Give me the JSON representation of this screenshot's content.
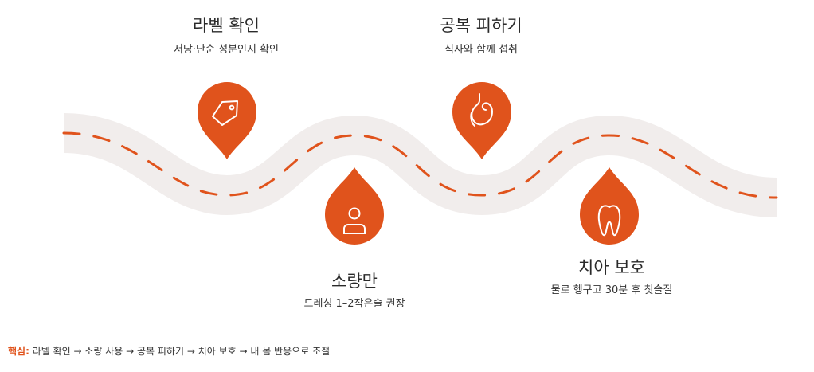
{
  "theme": {
    "accent": "#E0531C",
    "road": "#F1EDEC",
    "dash": "#E0531C"
  },
  "steps": [
    {
      "title": "라벨 확인",
      "desc": "저당·단순 성분인지 확인",
      "icon": "tag-icon"
    },
    {
      "title": "소량만",
      "desc": "드레싱 1–2작은술 권장",
      "icon": "person-icon"
    },
    {
      "title": "공복 피하기",
      "desc": "식사와 함께 섭취",
      "icon": "stomach-icon"
    },
    {
      "title": "치아 보호",
      "desc": "물로 헹구고 30분 후 칫솔질",
      "icon": "tooth-icon"
    }
  ],
  "summary": {
    "label": "핵심:",
    "text": " 라벨 확인 → 소량 사용 → 공복 피하기 → 치아 보호 → 내 몸 반응으로 조절"
  }
}
